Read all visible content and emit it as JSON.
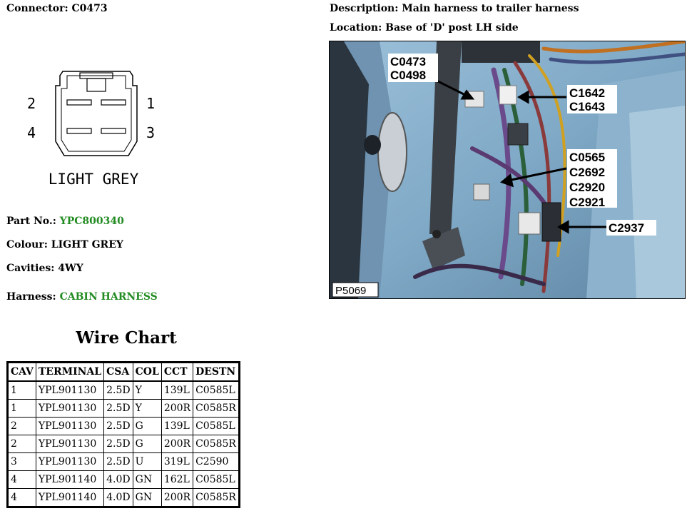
{
  "header": {
    "connector_label": "Connector:",
    "connector_value": "C0473",
    "description_label": "Description:",
    "description_value": "Main harness to trailer harness",
    "location_label": "Location:",
    "location_value": "Base of 'D' post LH side"
  },
  "diagram": {
    "pins": [
      "1",
      "2",
      "3",
      "4"
    ],
    "colour_caption": "LIGHT GREY"
  },
  "details": {
    "part_label": "Part No.:",
    "part_value": "YPC800340",
    "colour_label": "Colour:",
    "colour_value": "LIGHT GREY",
    "cavities_label": "Cavities:",
    "cavities_value": "4WY",
    "harness_label": "Harness:",
    "harness_value": "CABIN HARNESS"
  },
  "photo": {
    "callouts": [
      [
        "C0473",
        "C0498"
      ],
      [
        "C1642",
        "C1643"
      ],
      [
        "C0565",
        "C2692",
        "C2920",
        "C2921"
      ],
      [
        "C2937"
      ]
    ],
    "reference": "P5069"
  },
  "wire_chart": {
    "title": "Wire Chart",
    "headers": [
      "CAV",
      "TERMINAL",
      "CSA",
      "COL",
      "CCT",
      "DESTN"
    ],
    "rows": [
      [
        "1",
        "YPL901130",
        "2.5D",
        "Y",
        "139L",
        "C0585L"
      ],
      [
        "1",
        "YPL901130",
        "2.5D",
        "Y",
        "200R",
        "C0585R"
      ],
      [
        "2",
        "YPL901130",
        "2.5D",
        "G",
        "139L",
        "C0585L"
      ],
      [
        "2",
        "YPL901130",
        "2.5D",
        "G",
        "200R",
        "C0585R"
      ],
      [
        "3",
        "YPL901130",
        "2.5D",
        "U",
        "319L",
        "C2590"
      ],
      [
        "4",
        "YPL901140",
        "4.0D",
        "GN",
        "162L",
        "C0585L"
      ],
      [
        "4",
        "YPL901140",
        "4.0D",
        "GN",
        "200R",
        "C0585R"
      ]
    ]
  },
  "colors": {
    "text": "#000000",
    "highlight": "#228b22",
    "photo_background": "#7fa9c6"
  }
}
